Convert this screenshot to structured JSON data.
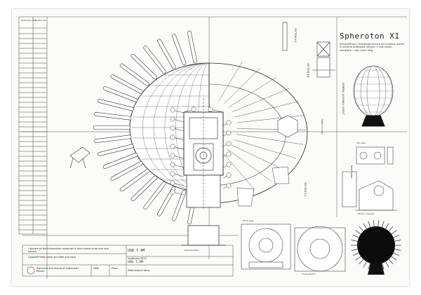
{
  "document": {
    "title": "Spheroton X1",
    "subtitle": "Extraordinary centrifugal device for humans model & scheme prototype version 1 (not scale) complete - mon cher! Msg",
    "revision_header": [
      "Spheroton Ref",
      "Bogart ref"
    ],
    "declaration_line1": "I declare all the information contained in this invoice to be true and",
    "declaration_line2": "correct",
    "typed_name_label": "(Typed/Printed name and date and sign)",
    "signature_label": "Signature and Stamp of Authorised Person",
    "date_label": "Date",
    "place_label": "Place",
    "price_main": "USD 7.4M",
    "incoterms_label": "Incoterms 2010",
    "price_secondary": "USD 7.4M",
    "total_label": "Total Invoice Value",
    "vertical_labels": [
      "SECTION A-A",
      "SECTION B-B",
      "GENERAL ASSEMBLY LAYOUT",
      "Rotor X-Y axis",
      "SECTION C-C",
      "Base frame"
    ],
    "view_labels": [
      "Side elevation",
      "Top view",
      "Front view",
      "Stand / support",
      "Cross section"
    ]
  }
}
